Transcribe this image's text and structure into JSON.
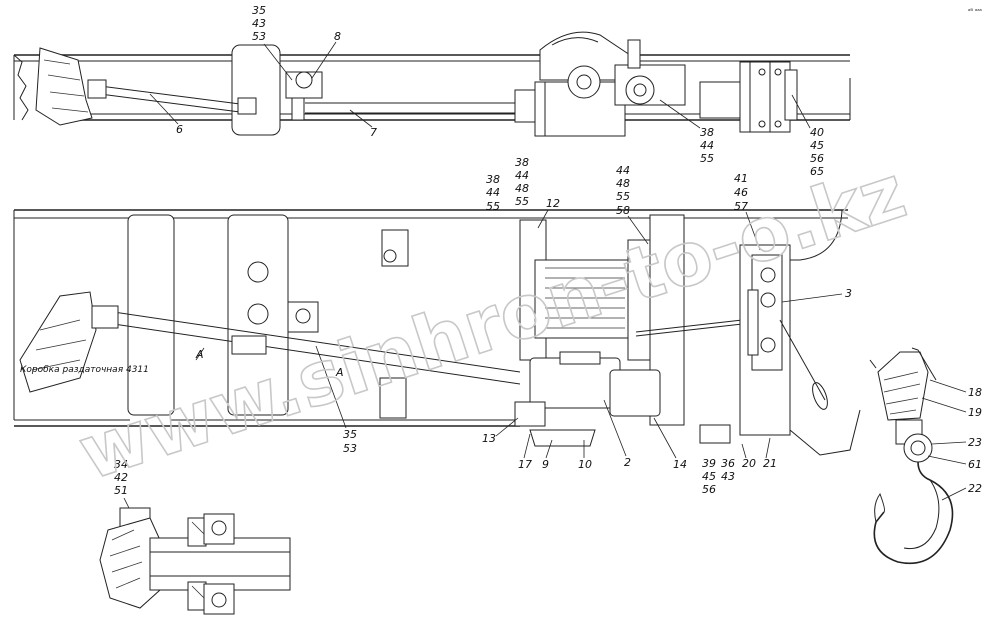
{
  "corner_mark": "ᵃᴮ ᵃᵃᵃ",
  "watermark": "www.sinhron-to-o.kz",
  "transfer_box_note": "Коробка раздаточная 4311",
  "section_marks": [
    "A",
    "A"
  ],
  "callouts": {
    "top": [
      "35",
      "43",
      "53",
      "8",
      "6",
      "7",
      "38",
      "44",
      "55",
      "40",
      "45",
      "56",
      "65"
    ],
    "middle": [
      "38",
      "44",
      "55",
      "38",
      "44",
      "48",
      "55",
      "12",
      "44",
      "48",
      "55",
      "58",
      "41",
      "46",
      "57",
      "3"
    ],
    "bottom": [
      "35",
      "53",
      "13",
      "17",
      "9",
      "10",
      "2",
      "14",
      "39",
      "45",
      "56",
      "36",
      "43",
      "20",
      "21",
      "34",
      "42",
      "51"
    ],
    "hook": [
      "18",
      "19",
      "23",
      "61",
      "22"
    ]
  }
}
